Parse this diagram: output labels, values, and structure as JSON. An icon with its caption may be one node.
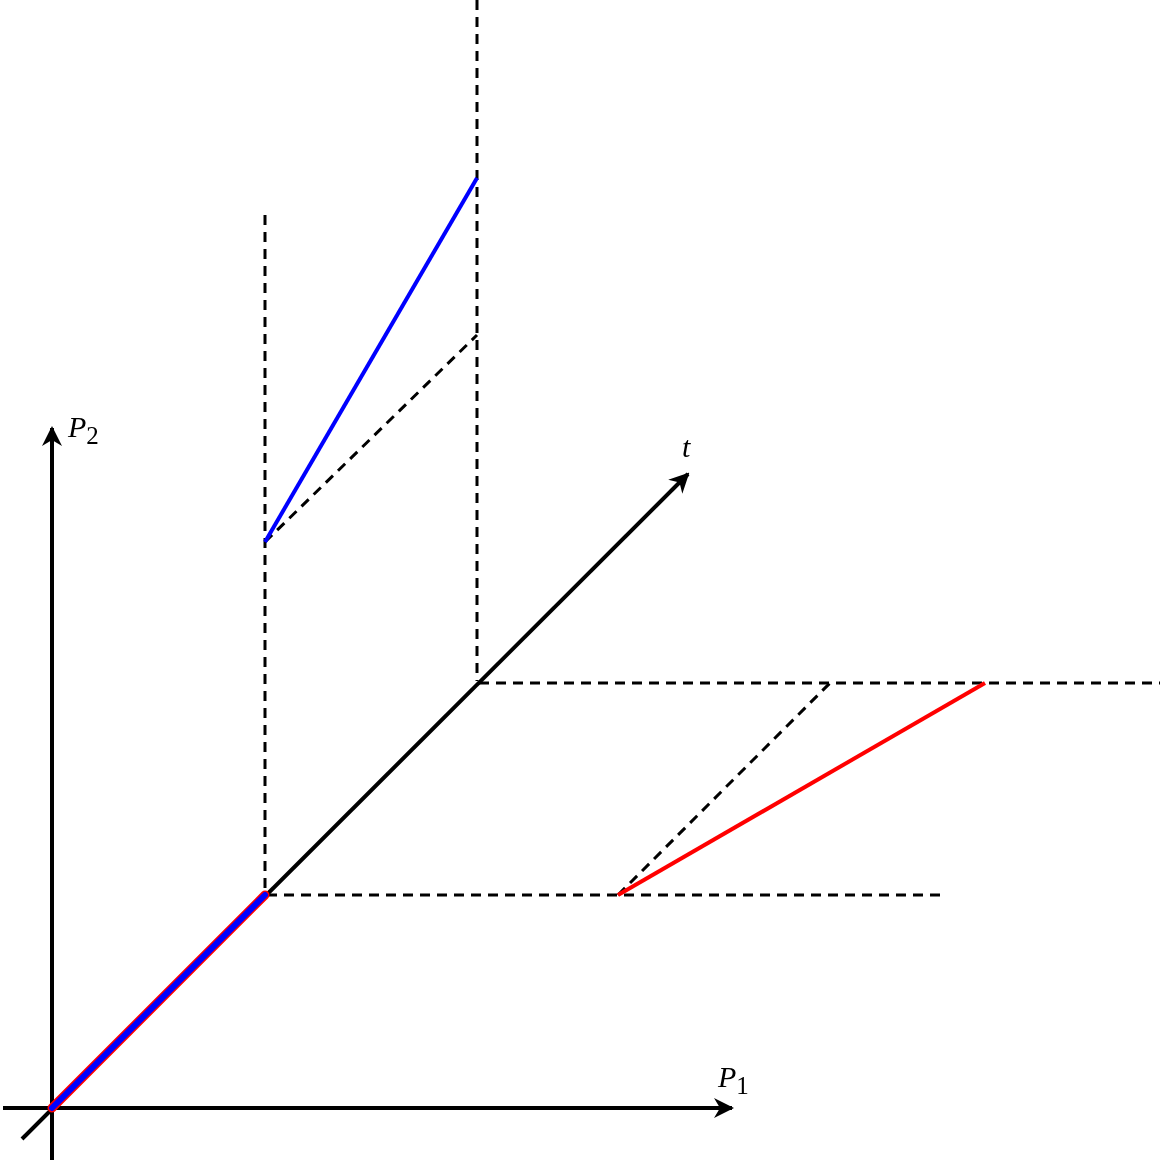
{
  "diagram": {
    "labels": [
      "*P*$_{2}$",
      "t",
      "*P*$_{1}$"
    ]
  }
}
